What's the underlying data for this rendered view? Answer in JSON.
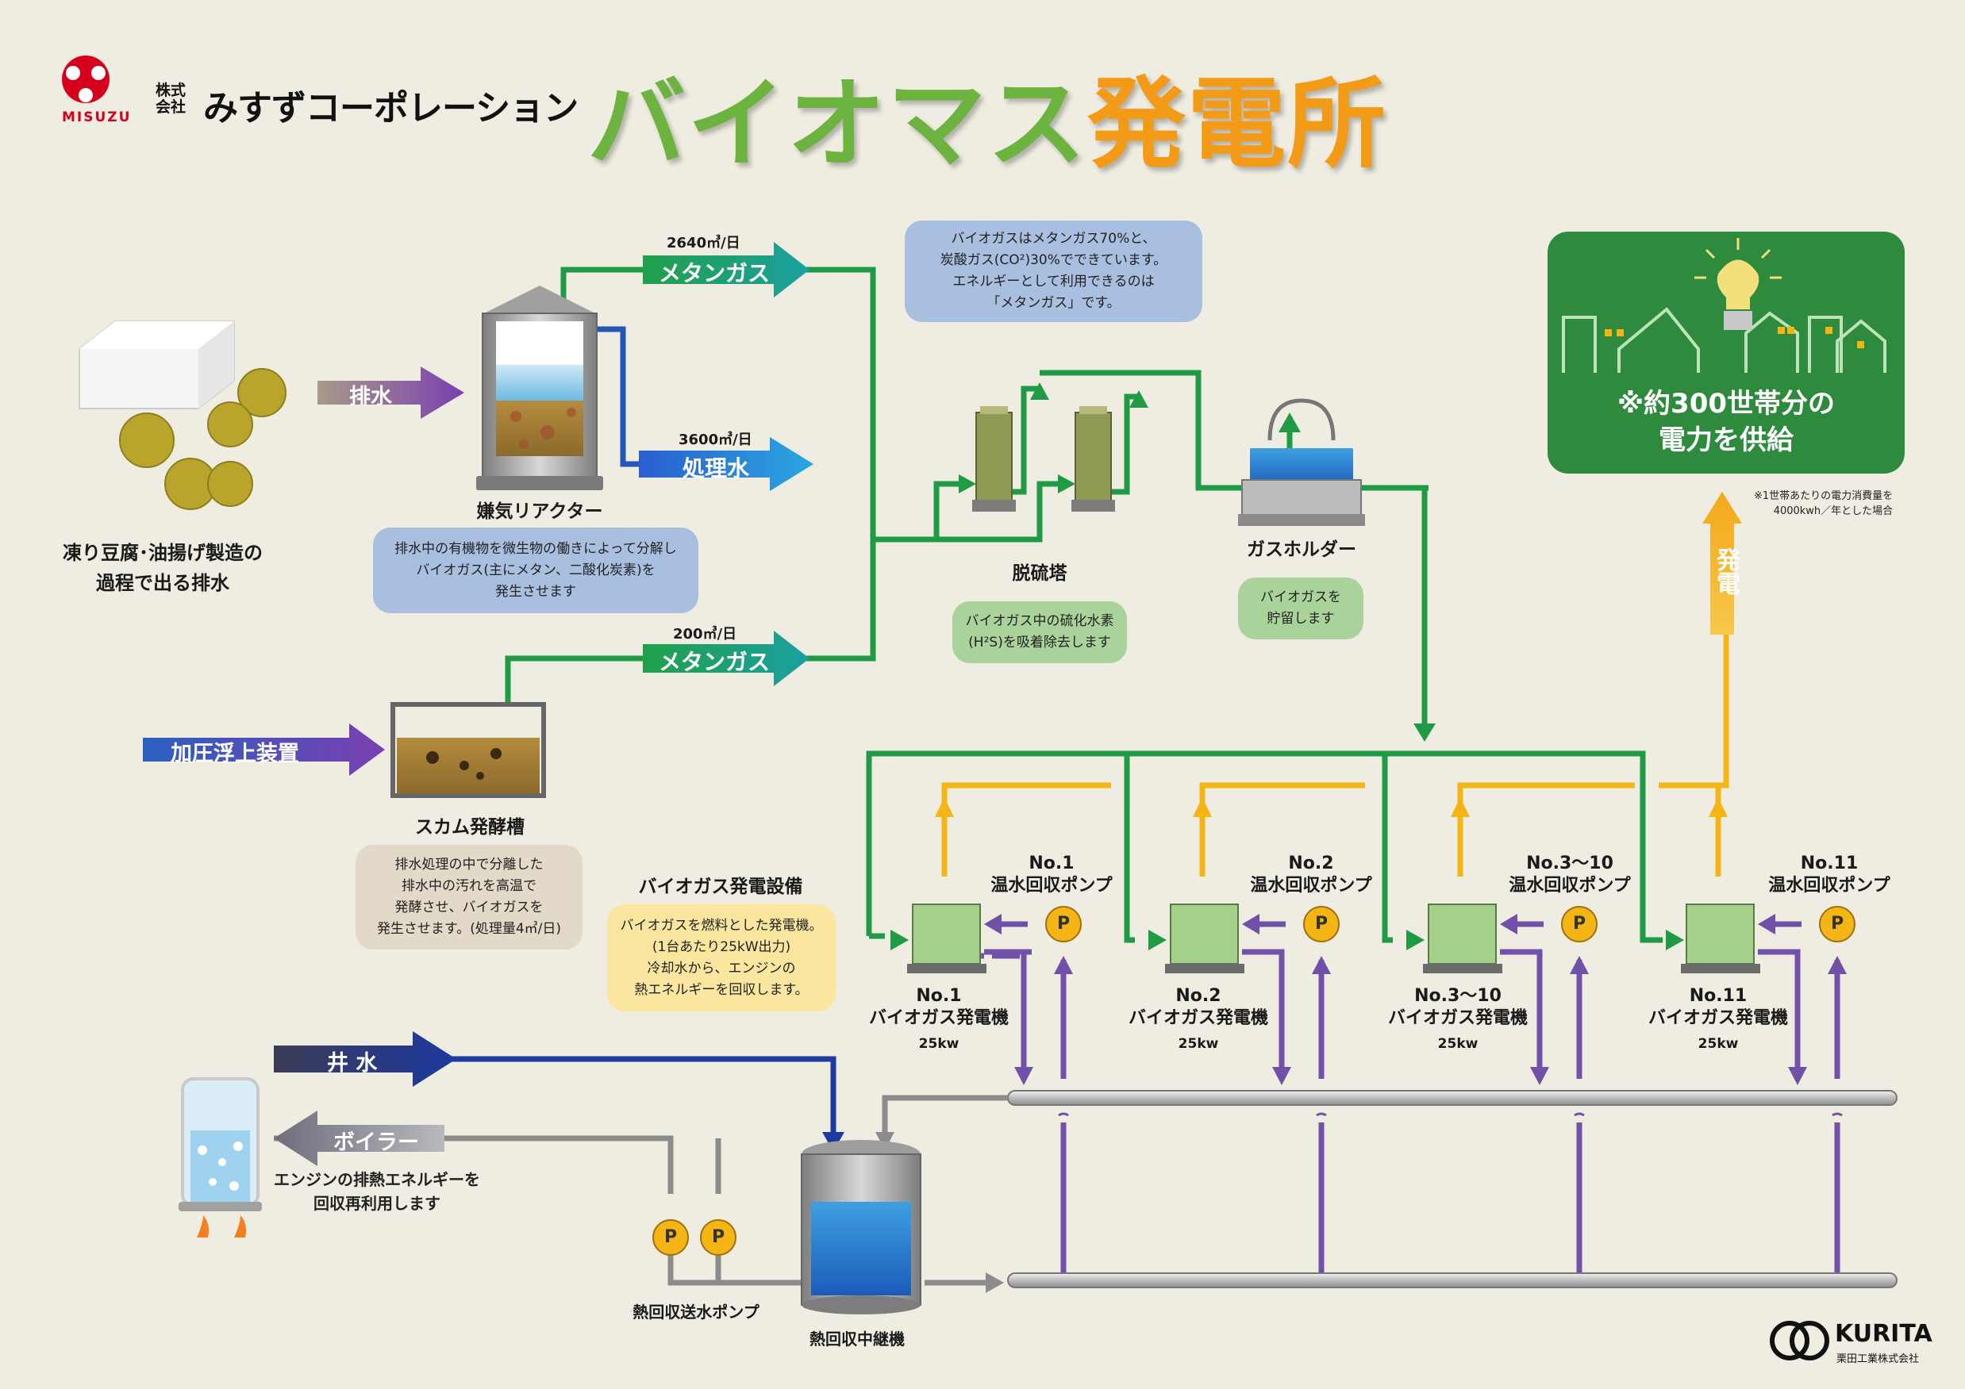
{
  "company": {
    "kabushiki": "株式",
    "kaisha": "会社",
    "name": "みすずコーポレーション",
    "logo_text": "MISUZU"
  },
  "title": {
    "green_part": "バイオマス",
    "orange_part": "発電所"
  },
  "source": {
    "label_line1": "凍り豆腐･油揚げ製造の",
    "label_line2": "過程で出る排水"
  },
  "arrows": {
    "haisui": "排水",
    "kaatsu": "加圧浮上装置",
    "methane_top": "メタンガス",
    "methane_top_amount": "2640㎥/日",
    "shorisui": "処理水",
    "shorisui_amount": "3600㎥/日",
    "methane_bottom": "メタンガス",
    "methane_bottom_amount": "200㎥/日",
    "hatsuden": "発電",
    "ido": "井 水",
    "boiler": "ボイラー"
  },
  "equipment": {
    "reactor": "嫌気リアクター",
    "scum": "スカム発酵槽",
    "desulf": "脱硫塔",
    "gasholder": "ガスホルダー",
    "heat_relay": "熱回収中継機",
    "heat_pump": "熱回収送水ポンプ",
    "facility_title": "バイオガス発電設備"
  },
  "notes": {
    "biogas": [
      "バイオガスはメタンガス70%と、",
      "炭酸ガス(CO²)30%でできています。",
      "エネルギーとして利用できるのは",
      "「メタンガス」です。"
    ],
    "reactor": [
      "排水中の有機物を微生物の働きによって分解し",
      "バイオガス(主にメタン、二酸化炭素)を",
      "発生させます"
    ],
    "desulf": [
      "バイオガス中の硫化水素",
      "(H²S)を吸着除去します"
    ],
    "gasholder": [
      "バイオガスを",
      "貯留します"
    ],
    "scum": [
      "排水処理の中で分離した",
      "排水中の汚れを高温で",
      "発酵させ、バイオガスを",
      "発生させます。(処理量4㎥/日)"
    ],
    "facility": [
      "バイオガスを燃料とした発電機。",
      "(1台あたり25kW出力)",
      "冷却水から、エンジンの",
      "熱エネルギーを回収します。"
    ],
    "boiler": [
      "エンジンの排熱エネルギーを",
      "回収再利用します"
    ]
  },
  "power": {
    "line1": "※約300世帯分の",
    "line2": "電力を供給",
    "footnote1": "※1世帯あたりの電力消費量を",
    "footnote2": "4000kwh／年とした場合"
  },
  "units": [
    {
      "pump_no": "No.1",
      "pump_label": "温水回収ポンプ",
      "gen_no": "No.1",
      "gen_label": "バイオガス発電機",
      "kw": "25kw"
    },
    {
      "pump_no": "No.2",
      "pump_label": "温水回収ポンプ",
      "gen_no": "No.2",
      "gen_label": "バイオガス発電機",
      "kw": "25kw"
    },
    {
      "pump_no": "No.3～10",
      "pump_label": "温水回収ポンプ",
      "gen_no": "No.3～10",
      "gen_label": "バイオガス発電機",
      "kw": "25kw"
    },
    {
      "pump_no": "No.11",
      "pump_label": "温水回収ポンプ",
      "gen_no": "No.11",
      "gen_label": "バイオガス発電機",
      "kw": "25kw"
    }
  ],
  "kurita": {
    "name": "KURITA",
    "sub": "栗田工業株式会社"
  },
  "pump_letter": "P",
  "colors": {
    "pipe_green": "#1f9a45",
    "pipe_yellow": "#f4b515",
    "pipe_purple": "#7050a8",
    "pipe_blue": "#2356b8",
    "pipe_gray": "#8c8c8c",
    "title_green": "#6db33f",
    "title_orange": "#f39a16"
  }
}
